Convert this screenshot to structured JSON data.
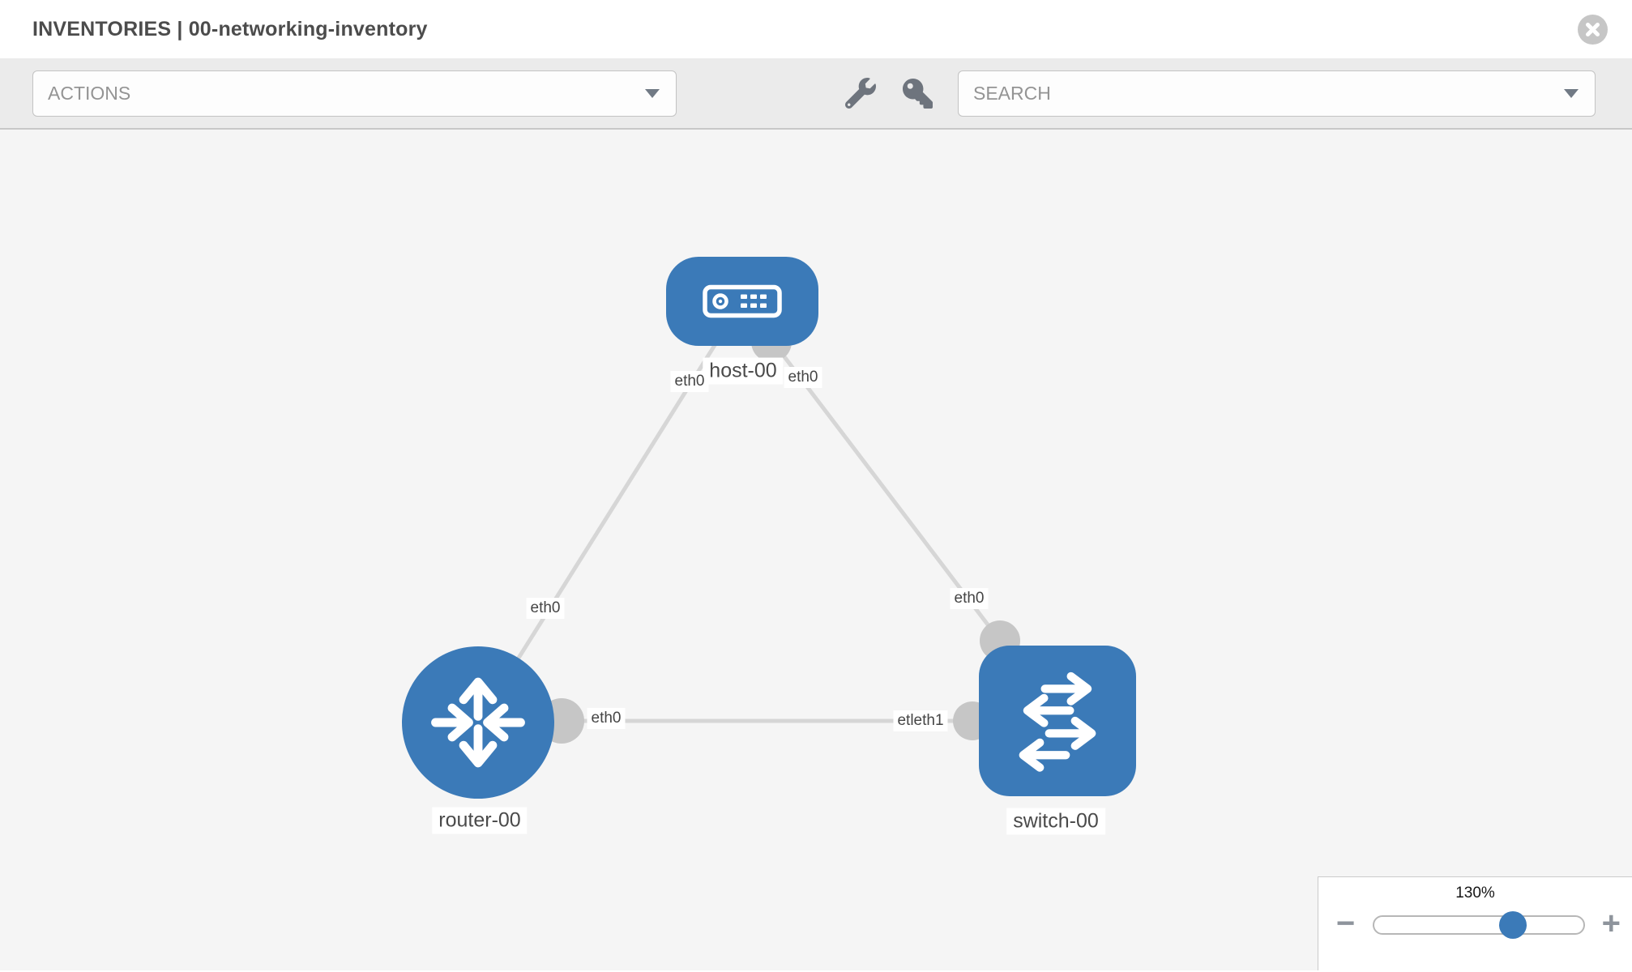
{
  "header": {
    "title": "INVENTORIES | 00-networking-inventory"
  },
  "toolbar": {
    "actions": {
      "label": "ACTIONS"
    },
    "search": {
      "placeholder": "SEARCH"
    }
  },
  "canvas": {
    "nodes": [
      {
        "name": "host-00",
        "type": "host"
      },
      {
        "name": "router-00",
        "type": "router"
      },
      {
        "name": "switch-00",
        "type": "switch"
      }
    ],
    "links": [
      {
        "source": "host-00",
        "target": "router-00",
        "source_interface": "eth0",
        "target_interface": "eth0"
      },
      {
        "source": "host-00",
        "target": "switch-00",
        "source_interface": "eth0",
        "target_interface": "eth0"
      },
      {
        "source": "router-00",
        "target": "switch-00",
        "source_interface": "eth0",
        "target_interface": "eth1"
      }
    ],
    "interface_labels": {
      "host_left": "eth0",
      "host_right": "eth0",
      "router_top": "eth0",
      "switch_top": "eth0",
      "link_mid_left": "eth0",
      "link_mid_right": "etleth1"
    }
  },
  "zoom": {
    "value": "130%",
    "minus": "−",
    "plus": "+",
    "handle_position_pct": 65
  },
  "colors": {
    "node_blue": "#3b7ab8",
    "edge_gray": "#d6d6d6",
    "endpoint_gray": "#c6c6c6",
    "canvas_bg": "#f5f5f5"
  }
}
